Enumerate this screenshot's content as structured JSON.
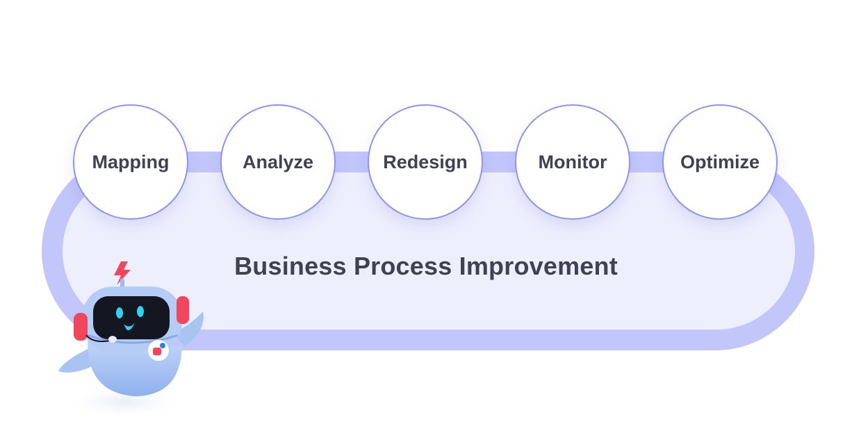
{
  "diagram": {
    "title": "Business Process Improvement",
    "steps": [
      {
        "label": "Mapping"
      },
      {
        "label": "Analyze"
      },
      {
        "label": "Redesign"
      },
      {
        "label": "Monitor"
      },
      {
        "label": "Optimize"
      }
    ]
  },
  "colors": {
    "loop": "#c3c6fa",
    "loop_fill": "#eeeffd",
    "circle_border": "#8d93f3",
    "text": "#3f4154",
    "robot_body": "#a9c4f3",
    "robot_accent": "#f0475e",
    "robot_eyes": "#2fd3f0"
  },
  "mascot": {
    "icon": "robot-mascot-icon"
  }
}
